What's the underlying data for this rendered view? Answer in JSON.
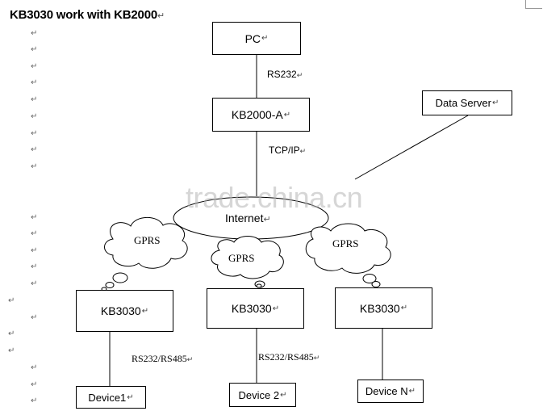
{
  "title": "KB3030 work with KB2000",
  "paragraph_mark": "↵",
  "watermark": "trade.china.cn",
  "boxes": {
    "pc": "PC",
    "kb2000": "KB2000-A",
    "server": "Data Server",
    "kb3030_1": "KB3030",
    "kb3030_2": "KB3030",
    "kb3030_3": "KB3030",
    "device1": "Device1",
    "device2": "Device 2",
    "deviceN": "Device N"
  },
  "links": {
    "rs232": "RS232",
    "tcpip": "TCP/IP",
    "rs_1": "RS232/RS485",
    "rs_2": "RS232/RS485"
  },
  "clouds": {
    "internet": "Internet",
    "gprs_1": "GPRS",
    "gprs_2": "GPRS",
    "gprs_3": "GPRS"
  }
}
